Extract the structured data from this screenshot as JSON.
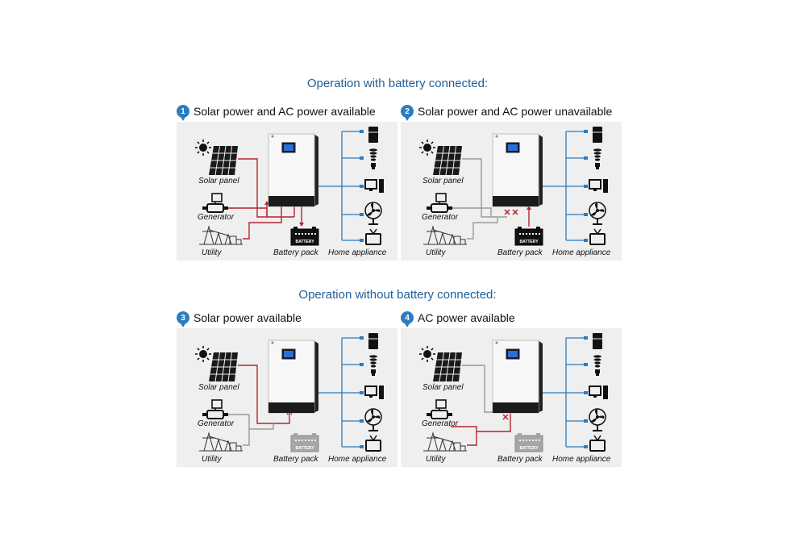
{
  "headings": {
    "with_battery": "Operation with battery connected:",
    "without_battery": "Operation without battery connected:"
  },
  "labels": {
    "solar_panel": "Solar panel",
    "generator": "Generator",
    "utility": "Utility",
    "battery_pack": "Battery pack",
    "home_appliance": "Home appliance",
    "battery_text": "BATTERY"
  },
  "panels": [
    {
      "number": "1",
      "title": "Solar power and AC power available"
    },
    {
      "number": "2",
      "title": "Solar power and AC power unavailable"
    },
    {
      "number": "3",
      "title": "Solar power available"
    },
    {
      "number": "4",
      "title": "AC power available"
    }
  ],
  "colors": {
    "heading": "#1f5f95",
    "badge": "#2c7cc0",
    "active_line": "#b4252b",
    "inactive_line": "#9a9a9a",
    "output_line": "#2a7bbd",
    "panel_bg": "#efefef"
  },
  "icons": [
    "sun-icon",
    "solar-panel-icon",
    "generator-icon",
    "utility-tower-icon",
    "battery-icon",
    "inverter-icon",
    "fridge-icon",
    "bulb-icon",
    "computer-icon",
    "fan-icon",
    "tv-icon",
    "blocked-x-icon"
  ]
}
